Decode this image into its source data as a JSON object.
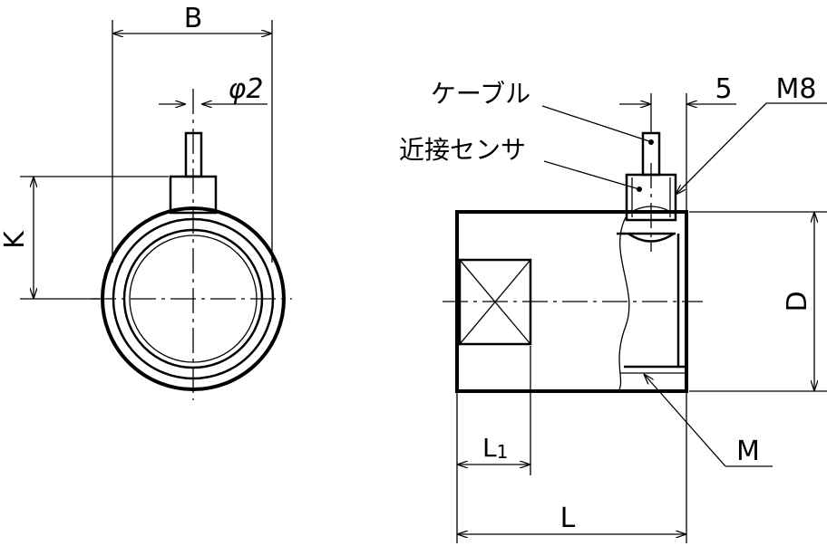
{
  "front_view": {
    "dim_width": "B",
    "dim_cable_diameter": "φ2",
    "dim_height": "K"
  },
  "side_view": {
    "label_cable": "ケーブル",
    "label_proximity_sensor": "近接センサ",
    "dim_offset": "5",
    "label_sensor_thread": "M8",
    "dim_diameter": "D",
    "label_thread": "M",
    "dim_flat_length": "L",
    "dim_flat_length_subscript": "1",
    "dim_length": "L"
  }
}
